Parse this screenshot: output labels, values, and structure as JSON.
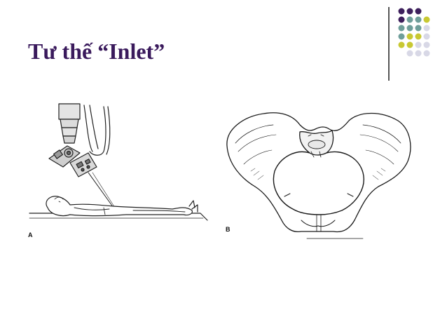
{
  "slide": {
    "title": "Tư thế “Inlet”",
    "figure_a_label": "A",
    "figure_b_label": "B"
  },
  "colors": {
    "title": "#3a1a5c",
    "dot_purple": "#3d1f5c",
    "dot_teal": "#6f9e9a",
    "dot_olive": "#c8c832",
    "dot_lavender": "#d8d8e6"
  }
}
